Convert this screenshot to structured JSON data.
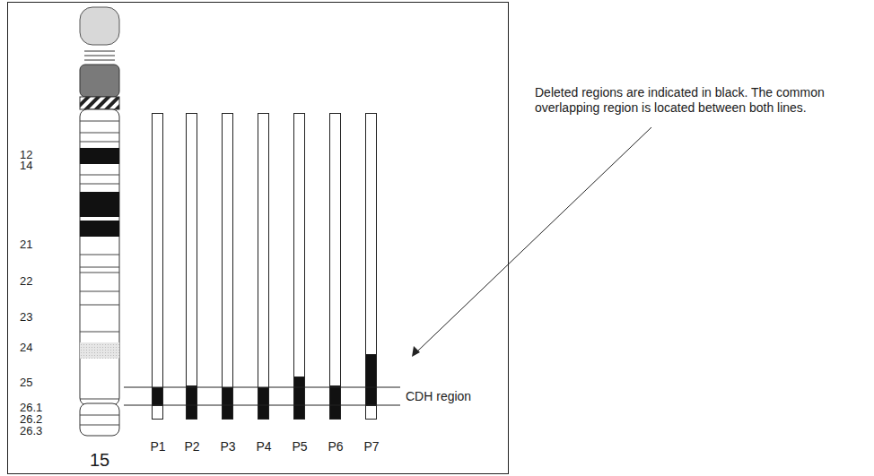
{
  "diagram": {
    "labels": [
      "12",
      "14",
      "21",
      "22",
      "23",
      "24",
      "25",
      "26.1",
      "26.2",
      "26.3",
      "15",
      "P1",
      "P2",
      "P3",
      "P4",
      "P5",
      "P6",
      "P7",
      "CDH region",
      "Deleted regions are indicated in black. The common overlapping region is located between both lines."
    ]
  }
}
